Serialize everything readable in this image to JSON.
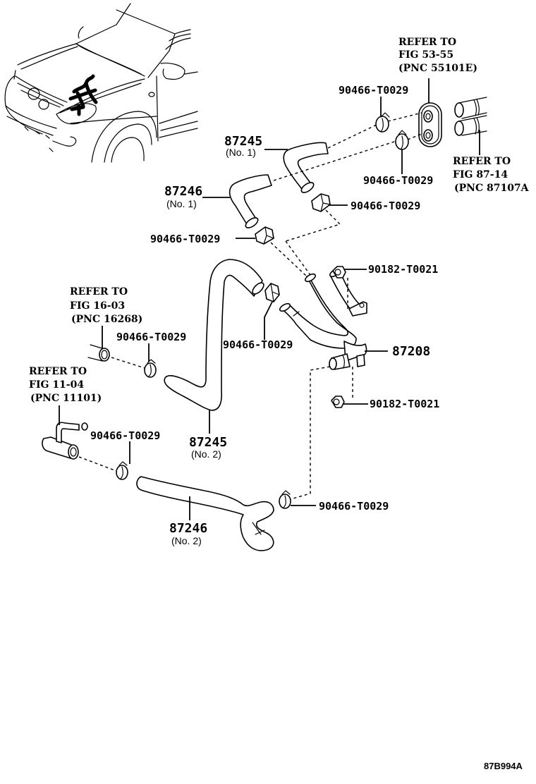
{
  "diagram": {
    "code": "87B994A",
    "callouts": {
      "hose_87245_no1": {
        "part": "87245",
        "sub": "(No. 1)"
      },
      "hose_87246_no1": {
        "part": "87246",
        "sub": "(No. 1)"
      },
      "hose_87245_no2": {
        "part": "87245",
        "sub": "(No. 2)"
      },
      "hose_87246_no2": {
        "part": "87246",
        "sub": "(No. 2)"
      },
      "pipe_87208": {
        "part": "87208"
      },
      "clamp_a": {
        "part": "90466-T0029"
      },
      "clamp_b": {
        "part": "90466-T0029"
      },
      "clamp_c": {
        "part": "90466-T0029"
      },
      "clamp_d": {
        "part": "90466-T0029"
      },
      "clamp_e": {
        "part": "90466-T0029"
      },
      "clamp_f": {
        "part": "90466-T0029"
      },
      "clamp_g": {
        "part": "90466-T0029"
      },
      "clamp_h": {
        "part": "90466-T0029"
      },
      "nut_top": {
        "part": "90182-T0021"
      },
      "nut_bottom": {
        "part": "90182-T0021"
      }
    },
    "references": {
      "ref_grommet": {
        "line1": "REFER TO",
        "line2": "FIG 53-55",
        "line3": "(PNC 55101E)"
      },
      "ref_heater_pipes": {
        "line1": "REFER TO",
        "line2": "FIG 87-14",
        "line3": "(PNC 87107A"
      },
      "ref_fig16": {
        "line1": "REFER TO",
        "line2": "FIG 16-03",
        "line3": "(PNC 16268)"
      },
      "ref_fig11": {
        "line1": "REFER TO",
        "line2": "FIG 11-04",
        "line3": "(PNC 11101)"
      }
    }
  }
}
